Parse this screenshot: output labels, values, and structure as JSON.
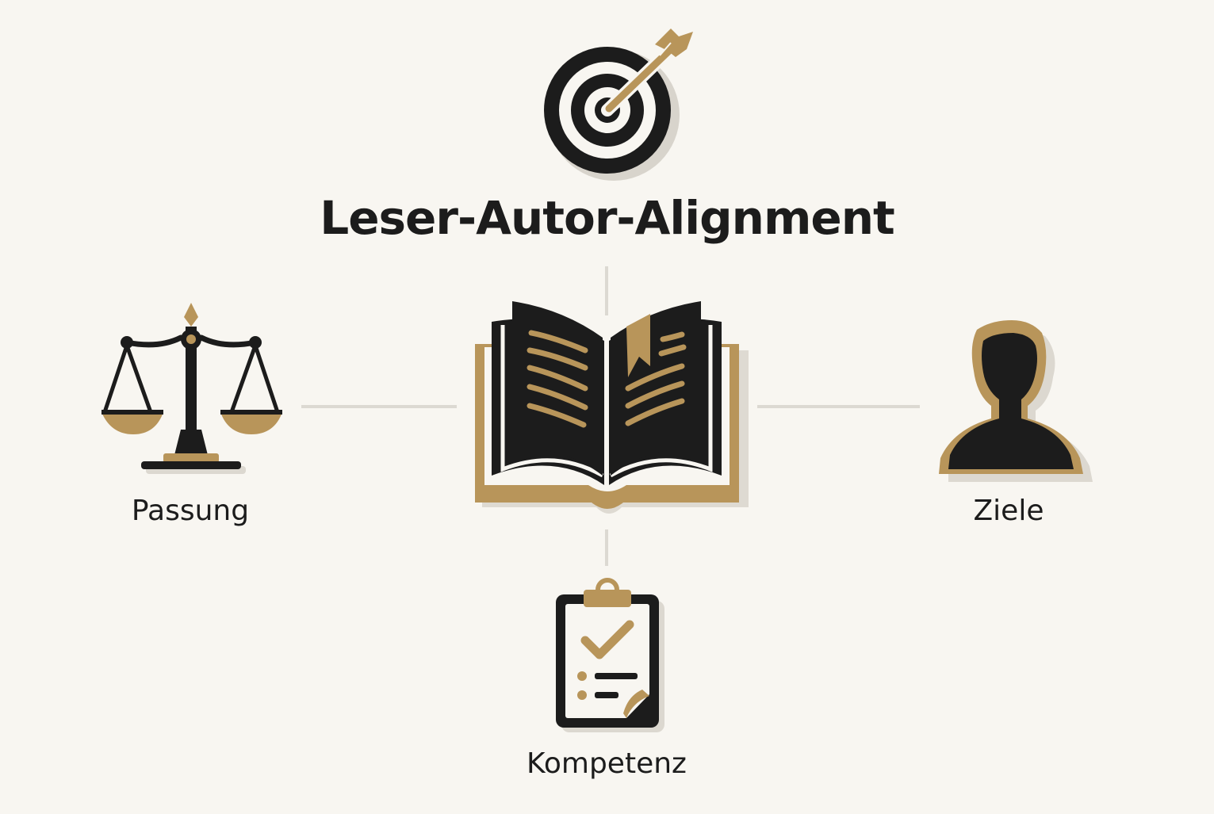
{
  "title": "Leser-Autor-Alignment",
  "nodes": {
    "left": {
      "label": "Passung",
      "icon": "scales-icon"
    },
    "right": {
      "label": "Ziele",
      "icon": "person-icon"
    },
    "bottom": {
      "label": "Kompetenz",
      "icon": "clipboard-checklist-icon"
    }
  },
  "center_icon": "open-book-icon",
  "top_icon": "target-arrow-icon",
  "colors": {
    "background": "#f8f6f1",
    "ink": "#1c1c1c",
    "accent": "#b8955a",
    "connector": "#dcd9d2"
  }
}
